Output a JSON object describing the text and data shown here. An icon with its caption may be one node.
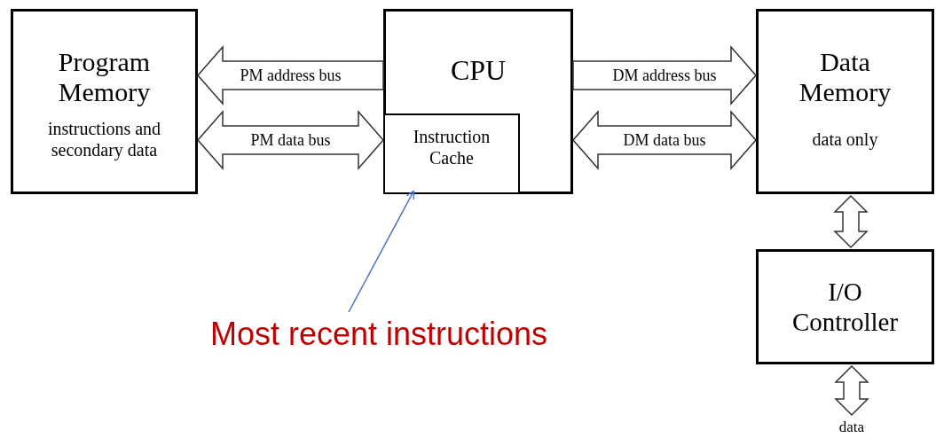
{
  "diagram": {
    "nodes": [
      {
        "text": [
          "Program Memory",
          "instructions and secondary data"
        ]
      },
      {
        "text": [
          "CPU"
        ]
      },
      {
        "text": [
          "Instruction Cache"
        ],
        "in": 1
      },
      {
        "text": [
          "Data Memory",
          "data only"
        ]
      },
      {
        "text": [
          "I/O Controller"
        ]
      },
      {
        "text": [
          "data"
        ]
      },
      {
        "text": [
          "Most recent instructions"
        ]
      }
    ],
    "edges": [
      {
        "from": 1,
        "to": 0,
        "arrow": "to",
        "label": "PM address bus"
      },
      {
        "from": 0,
        "to": 2,
        "arrow": "both",
        "label": "PM data bus"
      },
      {
        "from": 1,
        "to": 3,
        "arrow": "to",
        "label": "DM address bus"
      },
      {
        "from": 1,
        "to": 3,
        "arrow": "both",
        "label": "DM data bus"
      },
      {
        "from": 3,
        "to": 4,
        "arrow": "both"
      },
      {
        "from": 4,
        "to": 5,
        "arrow": "both"
      },
      {
        "from": 6,
        "to": 2,
        "arrow": "to",
        "color": "#4472c4"
      }
    ]
  }
}
